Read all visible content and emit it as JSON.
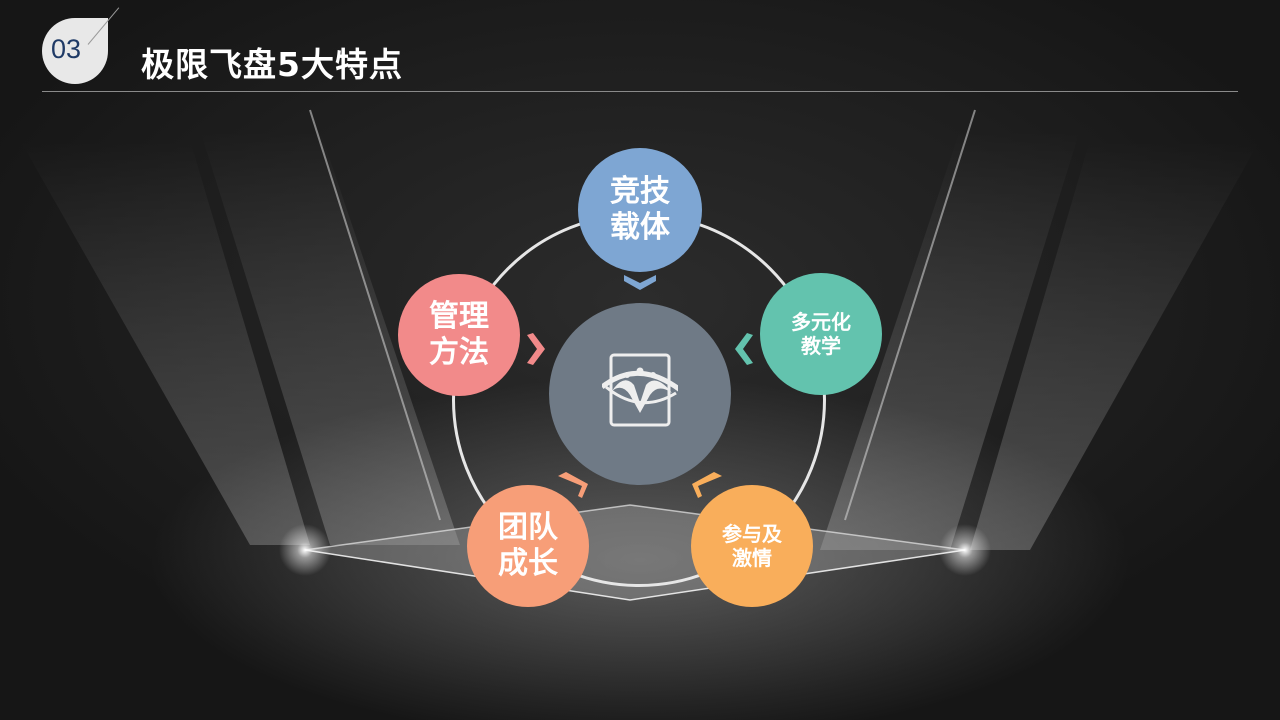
{
  "slide": {
    "section_number": "03",
    "title": "极限飞盘5大特点"
  },
  "diagram": {
    "center_icon": "eye-logo-icon",
    "center_color": "#6f7a86",
    "nodes": [
      {
        "id": "competition",
        "line1": "竞技",
        "line2": "载体",
        "color": "#7ea6d3"
      },
      {
        "id": "diverse-teaching",
        "line1": "多元化",
        "line2": "教学",
        "color": "#63c3ae"
      },
      {
        "id": "participation",
        "line1": "参与及",
        "line2": "激情",
        "color": "#f9ae5b"
      },
      {
        "id": "team-growth",
        "line1": "团队",
        "line2": "成长",
        "color": "#f79e78"
      },
      {
        "id": "management",
        "line1": "管理",
        "line2": "方法",
        "color": "#f28a8a"
      }
    ]
  },
  "colors": {
    "background": "#1b1b1b",
    "title_text": "#ffffff",
    "section_badge": "#e8e8e8",
    "section_number_text": "#1f3a66",
    "ring": "#e6e6e6"
  }
}
